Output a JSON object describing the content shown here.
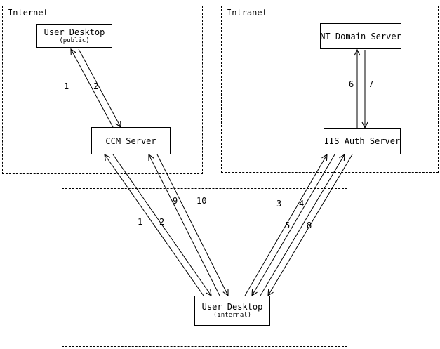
{
  "zones": {
    "internet": {
      "label": "Internet"
    },
    "intranet": {
      "label": "Intranet"
    }
  },
  "nodes": {
    "user_desktop_public": {
      "label": "User Desktop",
      "sublabel": "(public)"
    },
    "ccm_server": {
      "label": "CCM Server"
    },
    "nt_domain_server": {
      "label": "NT Domain Server"
    },
    "iis_auth_server": {
      "label": "IIS Auth Server"
    },
    "user_desktop_internal": {
      "label": "User Desktop",
      "sublabel": "(internal)"
    }
  },
  "edges": [
    {
      "label": "1",
      "between": [
        "user_desktop_public",
        "ccm_server"
      ],
      "arrow_to": "user_desktop_public"
    },
    {
      "label": "2",
      "between": [
        "user_desktop_public",
        "ccm_server"
      ],
      "arrow_to": "ccm_server"
    },
    {
      "label": "6",
      "between": [
        "nt_domain_server",
        "iis_auth_server"
      ],
      "arrow_to": "nt_domain_server"
    },
    {
      "label": "7",
      "between": [
        "nt_domain_server",
        "iis_auth_server"
      ],
      "arrow_to": "iis_auth_server"
    },
    {
      "label": "9",
      "between": [
        "ccm_server",
        "user_desktop_internal"
      ],
      "arrow_to": "ccm_server"
    },
    {
      "label": "10",
      "between": [
        "ccm_server",
        "user_desktop_internal"
      ],
      "arrow_to": "user_desktop_internal"
    },
    {
      "label": "1",
      "between": [
        "ccm_server",
        "user_desktop_internal"
      ],
      "arrow_to": "ccm_server"
    },
    {
      "label": "2",
      "between": [
        "ccm_server",
        "user_desktop_internal"
      ],
      "arrow_to": "user_desktop_internal"
    },
    {
      "label": "3",
      "between": [
        "iis_auth_server",
        "user_desktop_internal"
      ],
      "arrow_to": "iis_auth_server"
    },
    {
      "label": "4",
      "between": [
        "iis_auth_server",
        "user_desktop_internal"
      ],
      "arrow_to": "user_desktop_internal"
    },
    {
      "label": "5",
      "between": [
        "iis_auth_server",
        "user_desktop_internal"
      ],
      "arrow_to": "iis_auth_server"
    },
    {
      "label": "8",
      "between": [
        "iis_auth_server",
        "user_desktop_internal"
      ],
      "arrow_to": "user_desktop_internal"
    }
  ],
  "colors": {
    "line": "#000000",
    "background": "#ffffff"
  }
}
